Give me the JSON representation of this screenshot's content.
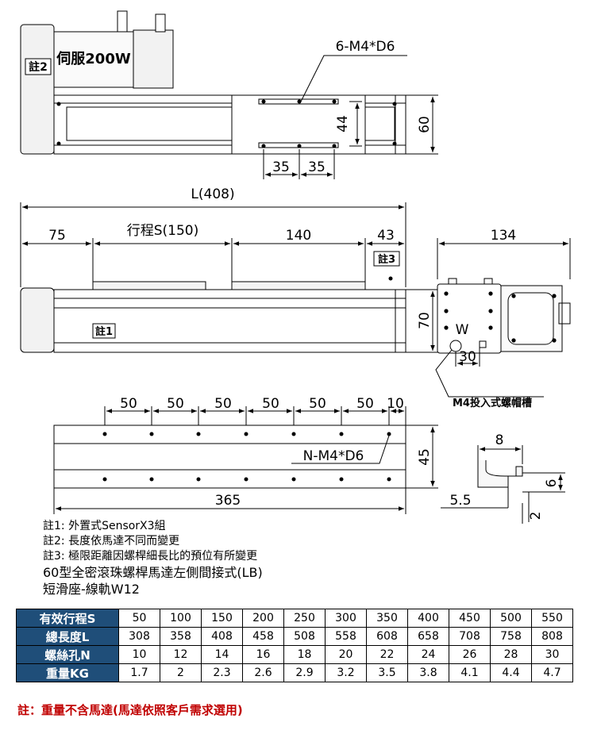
{
  "top_view": {
    "motor_label": "伺服200W",
    "note2_tag": "註2",
    "hole_callout": "6-M4*D6",
    "dim_44": "44",
    "dim_60": "60",
    "dim_35a": "35",
    "dim_35b": "35"
  },
  "side_view": {
    "overall_length": "L(408)",
    "dim_75": "75",
    "stroke": "行程S(150)",
    "dim_140": "140",
    "dim_43": "43",
    "note3_tag": "註3",
    "note1_tag": "註1",
    "dim_70": "70"
  },
  "end_view": {
    "dim_134": "134",
    "w_label": "W",
    "dim_30": "30",
    "slot_label": "M4投入式螺帽槽"
  },
  "rail_view": {
    "pitches": [
      "50",
      "50",
      "50",
      "50",
      "50",
      "50",
      "10"
    ],
    "hole_callout": "N-M4*D6",
    "dim_45": "45",
    "dim_365": "365"
  },
  "slot_detail": {
    "dim_8": "8",
    "dim_6": "6",
    "dim_5_5": "5.5",
    "dim_2": "2"
  },
  "notes": [
    "註1: 外置式SensorX3組",
    "註2: 長度依馬達不同而變更",
    "註3: 極限距離因螺桿細長比的預位有所變更"
  ],
  "model_title": "60型全密滾珠螺桿馬達左側間接式(LB)",
  "model_subtitle": "短滑座-線軌W12",
  "spec_table": {
    "rows": [
      {
        "label": "有效行程S",
        "values": [
          "50",
          "100",
          "150",
          "200",
          "250",
          "300",
          "350",
          "400",
          "450",
          "500",
          "550"
        ]
      },
      {
        "label": "總長度L",
        "values": [
          "308",
          "358",
          "408",
          "458",
          "508",
          "558",
          "608",
          "658",
          "708",
          "758",
          "808"
        ]
      },
      {
        "label": "螺絲孔N",
        "values": [
          "10",
          "12",
          "14",
          "16",
          "18",
          "20",
          "22",
          "24",
          "26",
          "28",
          "30"
        ]
      },
      {
        "label": "重量KG",
        "values": [
          "1.7",
          "2",
          "2.3",
          "2.6",
          "2.9",
          "3.2",
          "3.5",
          "3.8",
          "4.1",
          "4.4",
          "4.7"
        ]
      }
    ]
  },
  "footnote": "註：重量不含馬達(馬達依照客戶需求選用)"
}
